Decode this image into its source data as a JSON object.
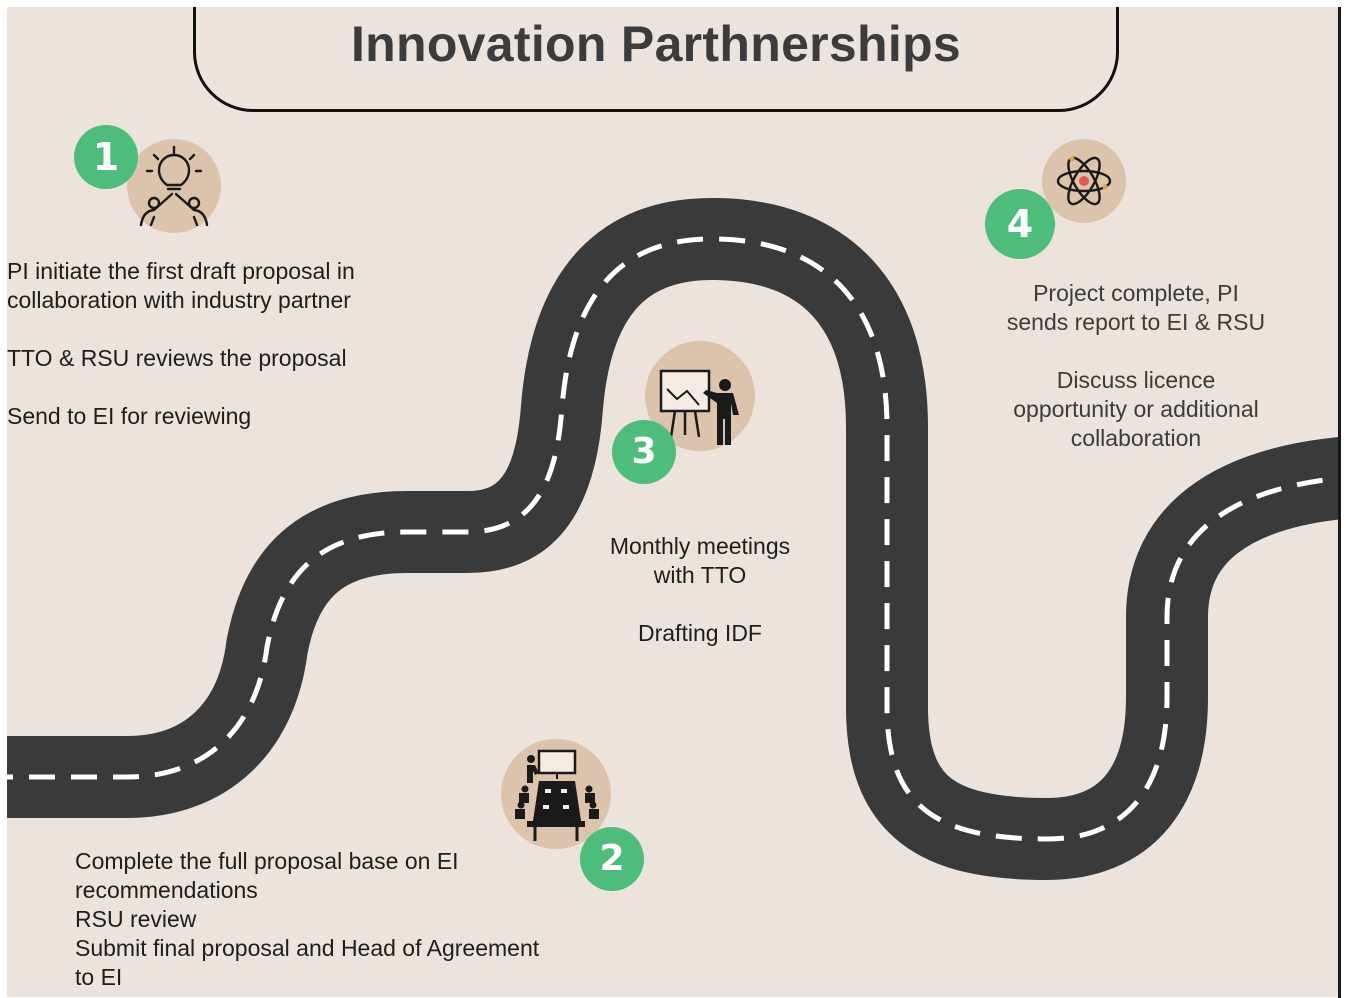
{
  "title": "Innovation Parthnerships",
  "colors": {
    "background": "#ece3dd",
    "road": "#3a3a3a",
    "road_dash": "#ffffff",
    "badge": "#4ebc7b",
    "icon_circle": "#dcc4ac"
  },
  "steps": [
    {
      "number": "1",
      "icon": "lightbulb-collaboration-icon",
      "lines": [
        "PI initiate the first draft proposal in",
        "collaboration with industry partner",
        "",
        "TTO & RSU reviews the proposal",
        "",
        "Send to EI for reviewing"
      ]
    },
    {
      "number": "2",
      "icon": "meeting-table-icon",
      "lines": [
        "Complete the full proposal base on EI",
        "recommendations",
        "RSU review",
        "Submit final proposal and Head of Agreement",
        "to EI"
      ]
    },
    {
      "number": "3",
      "icon": "presentation-board-icon",
      "lines": [
        "Monthly meetings",
        "with TTO",
        "",
        "Drafting IDF"
      ]
    },
    {
      "number": "4",
      "icon": "atom-icon",
      "lines": [
        "Project complete, PI",
        "sends report to EI & RSU",
        "",
        "Discuss licence",
        "opportunity or additional",
        "collaboration"
      ]
    }
  ]
}
